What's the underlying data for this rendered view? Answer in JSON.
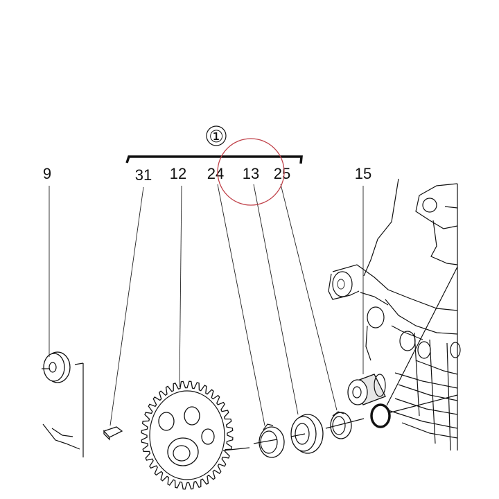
{
  "group": {
    "label": "①"
  },
  "parts": [
    {
      "id": "p9",
      "number": "9"
    },
    {
      "id": "p31",
      "number": "31"
    },
    {
      "id": "p12",
      "number": "12"
    },
    {
      "id": "p24",
      "number": "24"
    },
    {
      "id": "p13",
      "number": "13"
    },
    {
      "id": "p25",
      "number": "25"
    },
    {
      "id": "p15",
      "number": "15"
    }
  ],
  "highlight": {
    "color": "#c0424a",
    "target": "13"
  }
}
